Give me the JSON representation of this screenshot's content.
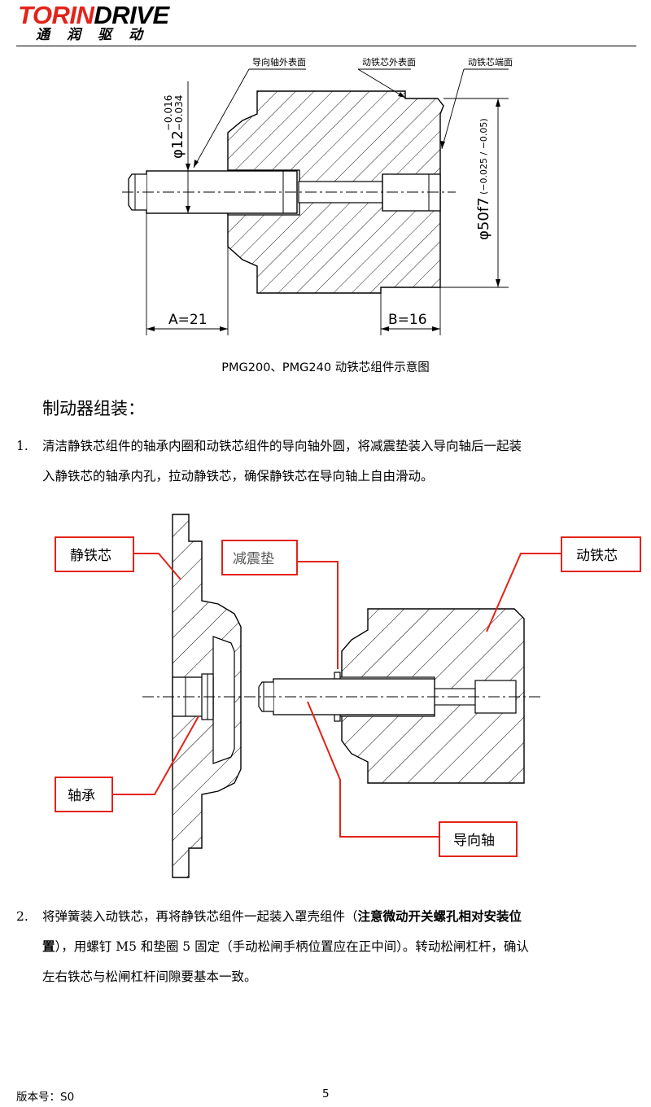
{
  "header": {
    "logo_part1": "TORIN",
    "logo_part2": "DRIVE",
    "logo_cn": "通润驱动",
    "brand_red": "#e3231a"
  },
  "figure1": {
    "label_guide_shaft_surface": "导向轴外表面",
    "label_armature_outer_surface": "动铁芯外表面",
    "label_armature_end_face": "动铁芯端面",
    "dim_shaft_diameter": "φ12",
    "dim_shaft_tol_upper": "−0.016",
    "dim_shaft_tol_lower": "−0.034",
    "dim_core_diameter": "φ50f7",
    "dim_core_tol": "(−0.025 / −0.05)",
    "dim_a": "A=21",
    "dim_b": "B=16",
    "caption": "PMG200、PMG240 动铁芯组件示意图"
  },
  "section": {
    "heading": "制动器组装："
  },
  "step1": {
    "num": "1.",
    "line1": "清洁静铁芯组件的轴承内圈和动铁芯组件的导向轴外圆，将减震垫装入导向轴后一起装",
    "line2": "入静铁芯的轴承内孔，拉动静铁芯，确保静铁芯在导向轴上自由滑动。"
  },
  "figure2": {
    "label_static_core": "静铁芯",
    "label_damper": "减震垫",
    "label_armature": "动铁芯",
    "label_bearing": "轴承",
    "label_guide_shaft": "导向轴",
    "callout_color": "#e3231a"
  },
  "step2": {
    "num": "2.",
    "line1_a": "将弹簧装入动铁芯，再将静铁芯组件一起装入罩壳组件（",
    "line1_bold": "注意微动开关螺孔相对安装位",
    "line2_bold": "置",
    "line2_rest": "），用螺钉 M5 和垫圈 5 固定（手动松闸手柄位置应在正中间）。转动松闸杠杆，确认",
    "line3": "左右铁芯与松闸杠杆间隙要基本一致。"
  },
  "footer": {
    "version": "版本号：S0",
    "page": "5"
  }
}
